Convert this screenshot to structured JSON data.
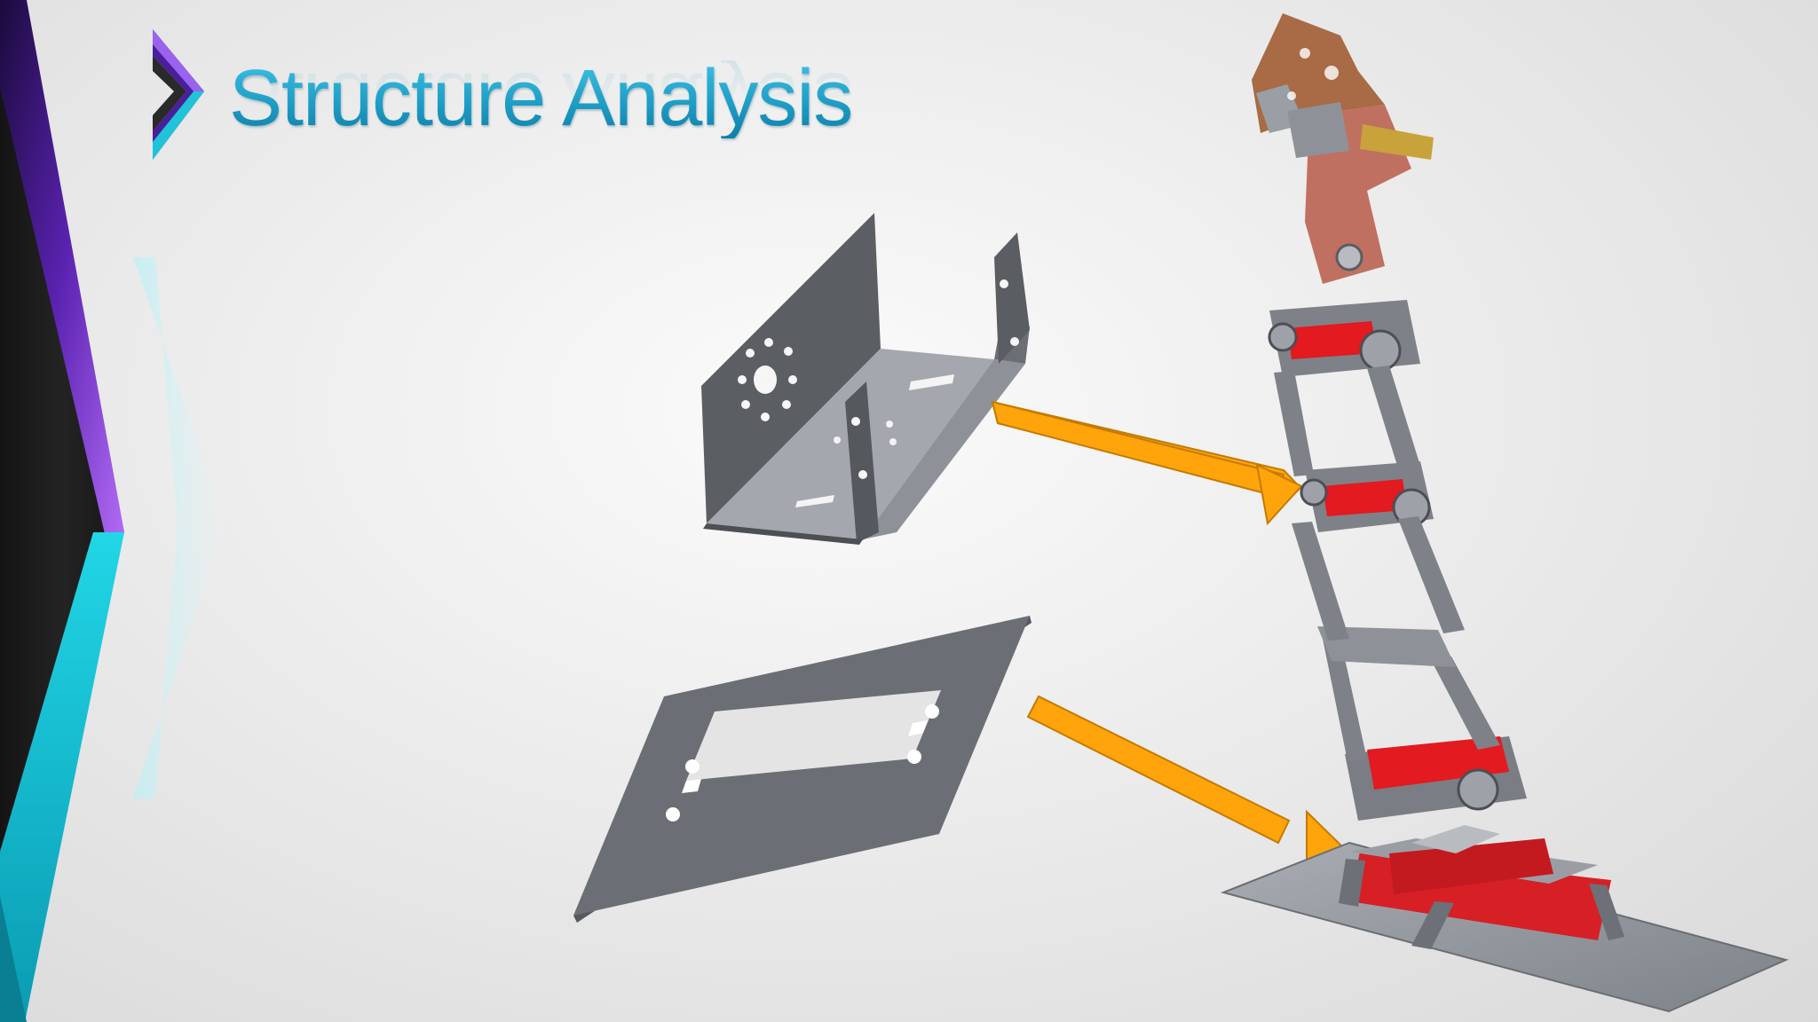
{
  "slide": {
    "title": "Structure Analysis"
  },
  "colors": {
    "title": "#1899c2",
    "arrow": "#ffa500",
    "bracket_metal": "#7a7d84",
    "servo_red": "#e0161b",
    "accent_purple": "#a35ee8",
    "accent_cyan": "#19c9da",
    "head_copper": "#c07060"
  },
  "figures": [
    {
      "name": "u-bracket-part"
    },
    {
      "name": "flat-base-plate-part"
    },
    {
      "name": "robot-leg-assembly"
    }
  ],
  "arrows": [
    {
      "name": "arrow-bracket-to-assembly",
      "from": "u-bracket-part",
      "to": "robot-leg-assembly"
    },
    {
      "name": "arrow-plate-to-assembly",
      "from": "flat-base-plate-part",
      "to": "robot-leg-assembly"
    }
  ]
}
